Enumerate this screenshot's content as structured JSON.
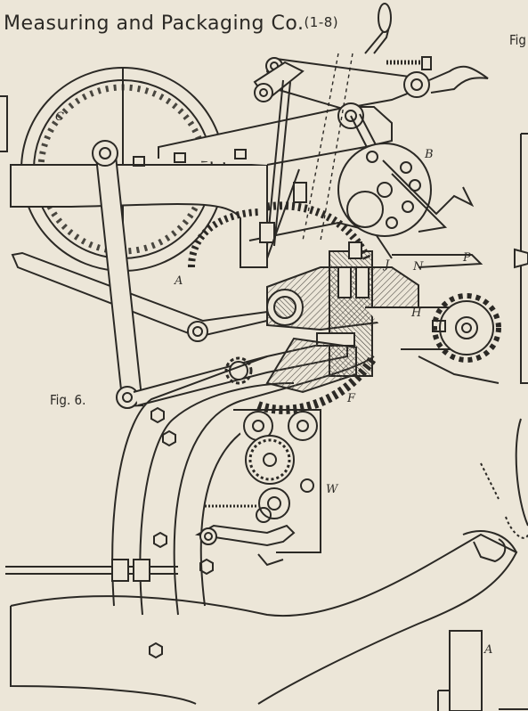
{
  "header": {
    "title": "Measuring and Packaging Co.",
    "range": "(1-8)"
  },
  "figures": {
    "main_label": "Fig. 6.",
    "partial_label": "Fig"
  },
  "parts": {
    "a": "A",
    "b": "B",
    "c": "C",
    "f": "F",
    "h": "H",
    "j": "J",
    "n": "N",
    "p": "P",
    "w": "W",
    "a2": "A"
  },
  "colors": {
    "paper": "#ece6d8",
    "ink": "#2b2925",
    "hatch": "#5a5650"
  }
}
